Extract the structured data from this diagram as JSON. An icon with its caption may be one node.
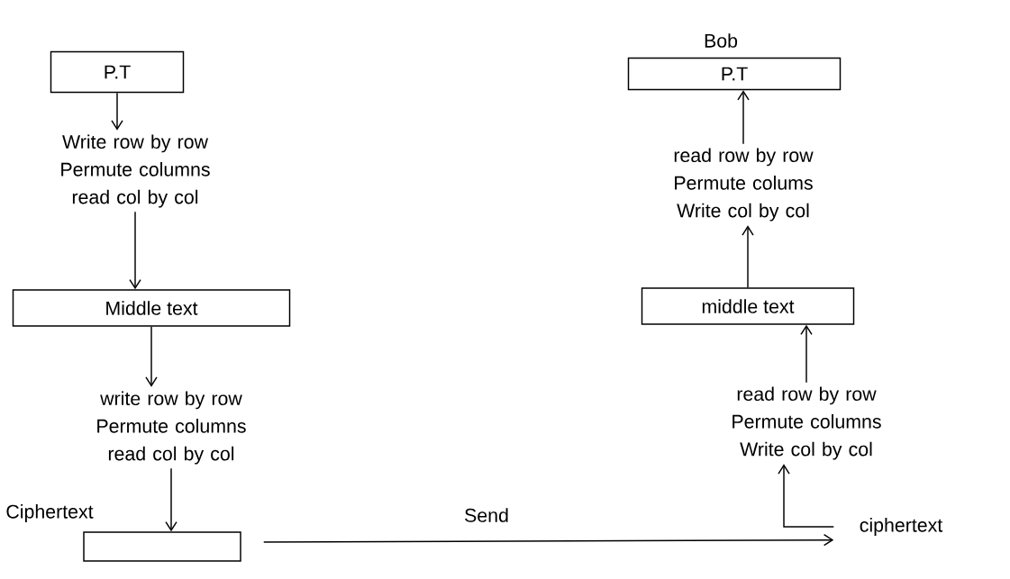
{
  "diagram": {
    "nodes": [
      {
        "text": [
          "P.T"
        ]
      },
      {
        "text": [
          "Write row by row Permute columns read col by col"
        ]
      },
      {
        "text": [
          "Middle text"
        ]
      },
      {
        "text": [
          "write row by row Permute columns read col by col"
        ]
      },
      {
        "text": [],
        "shape": "box",
        "beside": [
          "Ciphertext"
        ]
      },
      {
        "text": [
          "P.T"
        ],
        "beside": [
          "Bob"
        ]
      },
      {
        "text": [
          "read row by row Permute colums Write col by col"
        ]
      },
      {
        "text": [
          "middle text"
        ]
      },
      {
        "text": [
          "read row by row Permute columns Write col by col"
        ]
      },
      {
        "text": [
          "ciphertext"
        ]
      }
    ],
    "edges": [
      {
        "from": 0,
        "to": 1,
        "arrow": "to"
      },
      {
        "from": 1,
        "to": 2,
        "arrow": "to"
      },
      {
        "from": 2,
        "to": 3,
        "arrow": "to"
      },
      {
        "from": 3,
        "to": 4,
        "arrow": "to"
      },
      {
        "from": 4,
        "to": 9,
        "arrow": "to",
        "label": "Send"
      },
      {
        "from": 9,
        "to": 8,
        "arrow": "to"
      },
      {
        "from": 8,
        "to": 7,
        "arrow": "to"
      },
      {
        "from": 7,
        "to": 6,
        "arrow": "to"
      },
      {
        "from": 6,
        "to": 5,
        "arrow": "to"
      }
    ]
  }
}
